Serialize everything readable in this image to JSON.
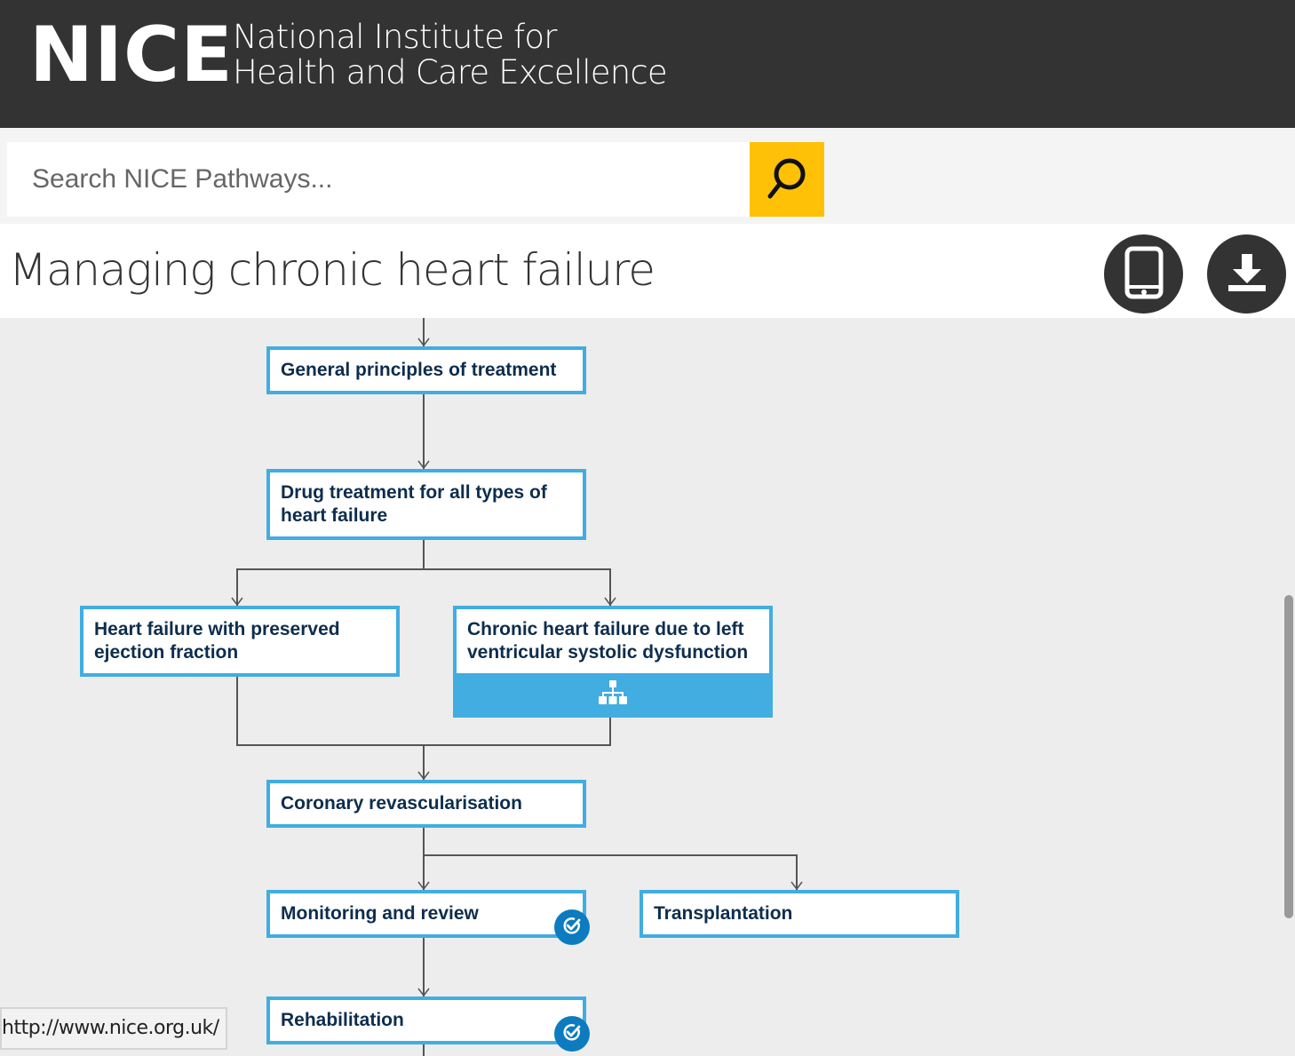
{
  "header": {
    "logo_mark": "NICE",
    "logo_line1": "National Institute for",
    "logo_line2": "Health and Care Excellence"
  },
  "search": {
    "placeholder": "Search NICE Pathways...",
    "value": "",
    "button_icon": "search-icon",
    "button_color": "#ffc107"
  },
  "page": {
    "title": "Managing chronic heart failure",
    "actions": [
      {
        "name": "mobile-view",
        "icon": "tablet-icon"
      },
      {
        "name": "download",
        "icon": "download-icon"
      }
    ]
  },
  "diagram": {
    "border_color": "#41ade1",
    "text_color": "#0e2d4d",
    "nodes": [
      {
        "id": "general",
        "label": "General principles of treatment"
      },
      {
        "id": "drug",
        "label": "Drug treatment for all types of heart failure"
      },
      {
        "id": "hfpef",
        "label": "Heart failure with preserved ejection fraction"
      },
      {
        "id": "lvsd",
        "label": "Chronic heart failure due to left ventricular systolic dysfunction",
        "expand_icon": "hierarchy-icon"
      },
      {
        "id": "coronary",
        "label": "Coronary revascularisation"
      },
      {
        "id": "monitoring",
        "label": "Monitoring and review",
        "badge": "quality-standard-check-icon"
      },
      {
        "id": "transplantation",
        "label": "Transplantation"
      },
      {
        "id": "rehabilitation",
        "label": "Rehabilitation",
        "badge": "quality-standard-check-icon"
      }
    ]
  },
  "status_bar": {
    "url": "http://www.nice.org.uk/"
  }
}
